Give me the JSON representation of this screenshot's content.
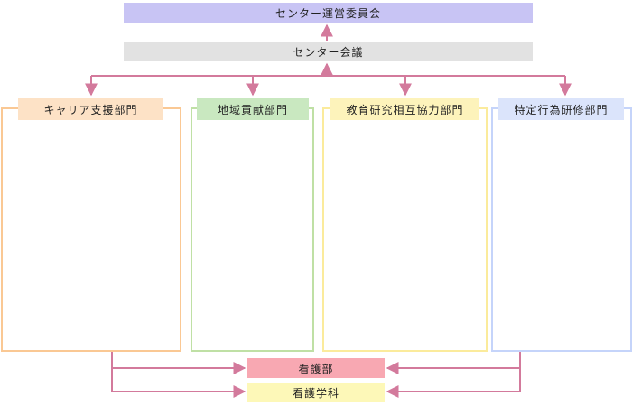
{
  "diagram": {
    "top_committee": "センター運営委員会",
    "center_meeting": "センター会議",
    "departments": [
      {
        "label": "キャリア支援部門"
      },
      {
        "label": "地域貢献部門"
      },
      {
        "label": "教育研究相互協力部門"
      },
      {
        "label": "特定行為研修部門"
      }
    ],
    "bottom_units": [
      {
        "label": "看護部"
      },
      {
        "label": "看護学科"
      }
    ]
  },
  "colors": {
    "arrow": "#d37a9c",
    "top_fill": "#c8c4f4",
    "meeting_fill": "#e2e2e2",
    "dept1_border": "#fac894",
    "dept1_label_fill": "#fde2c6",
    "dept2_border": "#bfe0a5",
    "dept2_label_fill": "#c9e8c0",
    "dept3_border": "#fbeb9c",
    "dept3_label_fill": "#fdf3bb",
    "dept4_border": "#c5d4fa",
    "dept4_label_fill": "#dbe4fb",
    "nursing_dept_fill": "#f8a8b2",
    "nursing_course_fill": "#fdf8b8"
  }
}
